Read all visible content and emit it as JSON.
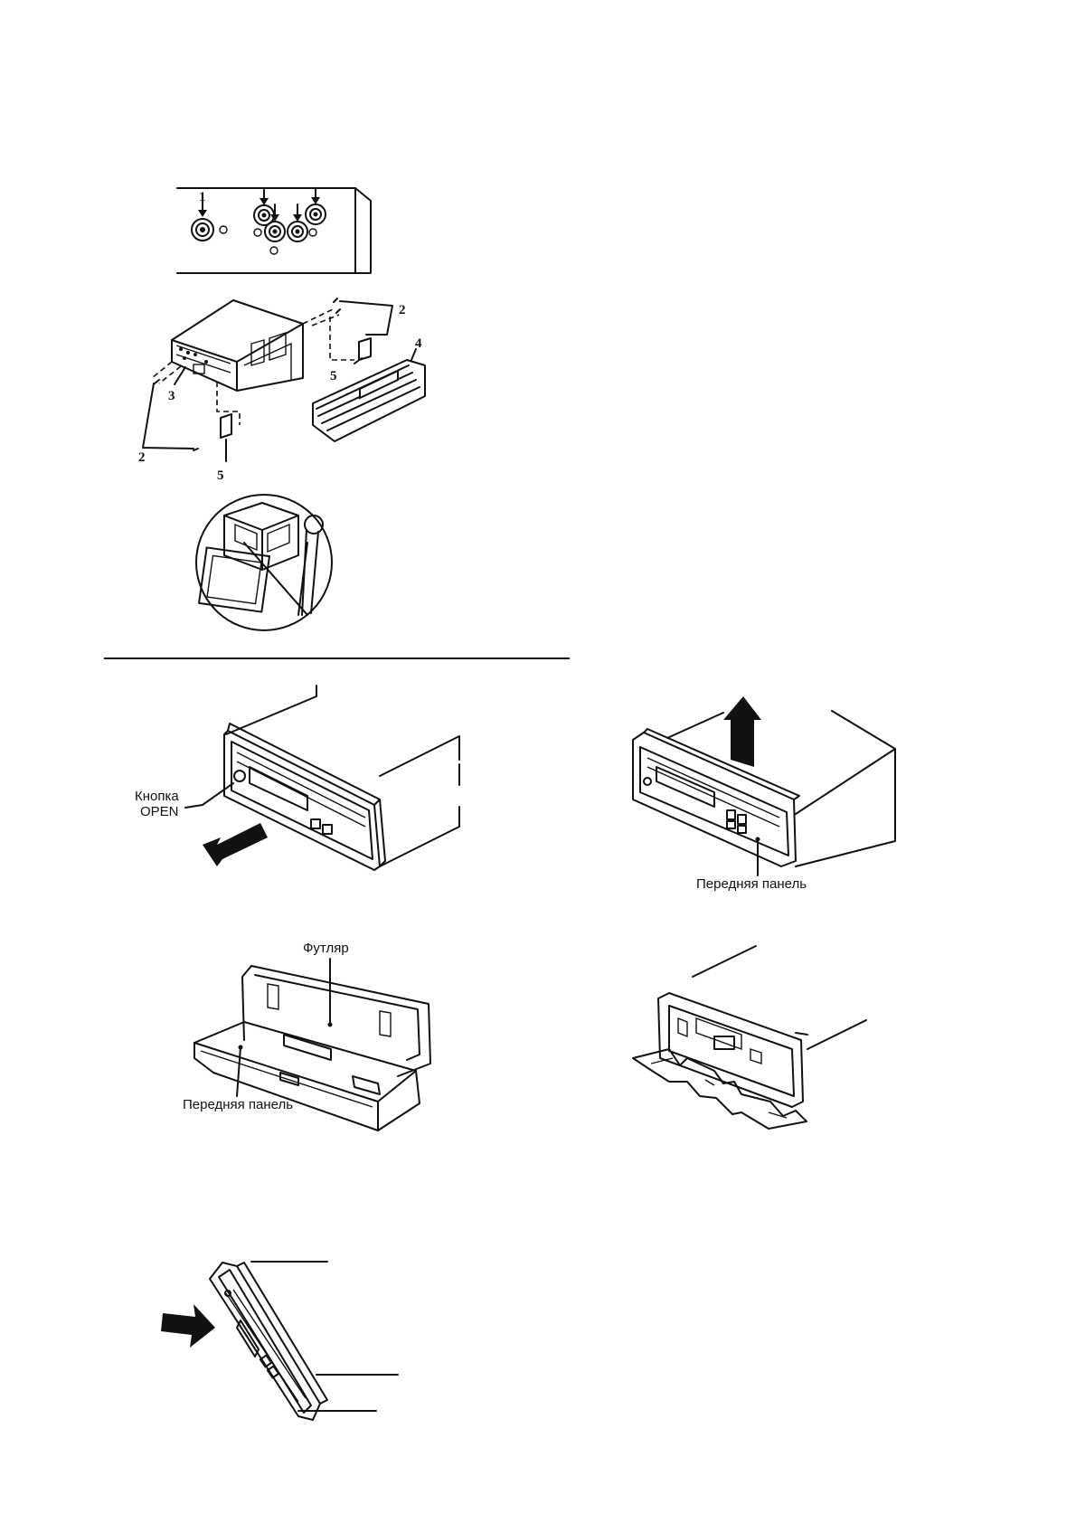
{
  "figures": {
    "exploded": {
      "callouts": [
        "1",
        "2",
        "3",
        "4",
        "5",
        "2",
        "5"
      ]
    },
    "release_panel": {
      "open_button_line1": "Кнопка",
      "open_button_line2": "OPEN"
    },
    "lift_panel": {
      "front_panel": "Передняя панель"
    },
    "case": {
      "case_label": "Футляр",
      "front_panel": "Передняя панель"
    }
  }
}
